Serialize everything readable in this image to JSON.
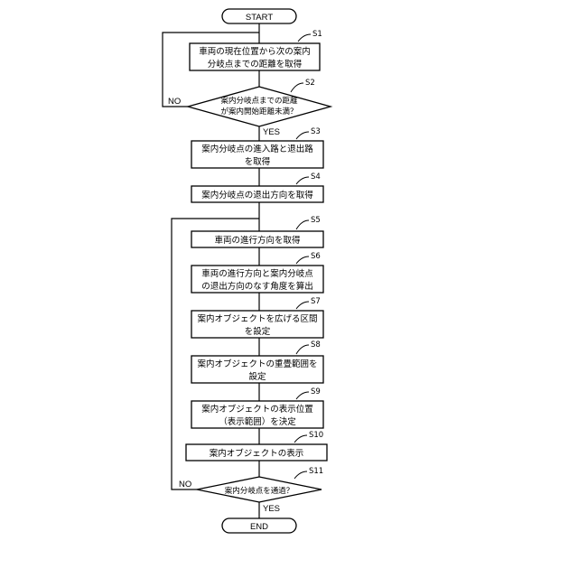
{
  "flowchart": {
    "start": "START",
    "end": "END",
    "steps": [
      {
        "id": "S1",
        "lines": [
          "車両の現在位置から次の案内",
          "分岐点までの距離を取得"
        ]
      },
      {
        "id": "S2",
        "lines": [
          "案内分岐点までの距離",
          "が案内開始距離未満？"
        ]
      },
      {
        "id": "S3",
        "lines": [
          "案内分岐点の進入路と退出路",
          "を取得"
        ]
      },
      {
        "id": "S4",
        "lines": [
          "案内分岐点の退出方向を取得"
        ]
      },
      {
        "id": "S5",
        "lines": [
          "車両の進行方向を取得"
        ]
      },
      {
        "id": "S6",
        "lines": [
          "車両の進行方向と案内分岐点",
          "の退出方向のなす角度を算出"
        ]
      },
      {
        "id": "S7",
        "lines": [
          "案内オブジェクトを広げる区間",
          "を設定"
        ]
      },
      {
        "id": "S8",
        "lines": [
          "案内オブジェクトの重畳範囲を",
          "設定"
        ]
      },
      {
        "id": "S9",
        "lines": [
          "案内オブジェクトの表示位置",
          "（表示範囲）を決定"
        ]
      },
      {
        "id": "S10",
        "lines": [
          "案内オブジェクトの表示"
        ]
      },
      {
        "id": "S11",
        "lines": [
          "案内分岐点を通過？"
        ]
      }
    ],
    "branch_labels": {
      "s2_no": "NO",
      "s2_yes": "YES",
      "s11_no": "NO",
      "s11_yes": "YES"
    }
  }
}
